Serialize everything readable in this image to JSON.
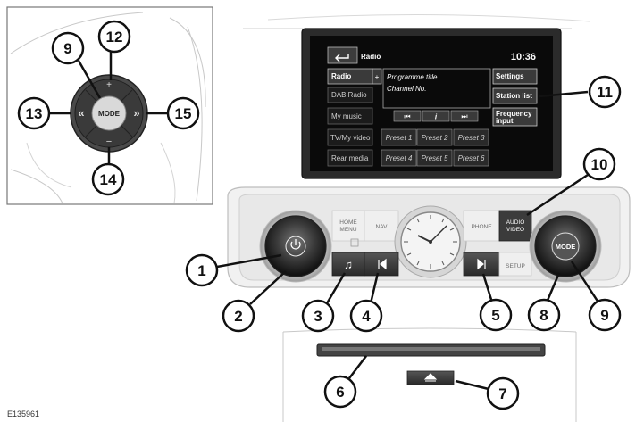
{
  "figure_id": "E135961",
  "screen": {
    "title": "Radio",
    "clock": "10:36",
    "menu_items": [
      "Radio",
      "DAB Radio",
      "My music",
      "TV/My video",
      "Rear media"
    ],
    "info_line1": "Programme title",
    "info_line2": "Channel No.",
    "transport": [
      "⏮",
      "i",
      "⏭"
    ],
    "presets": [
      "Preset 1",
      "Preset 2",
      "Preset 3",
      "Preset 4",
      "Preset 5",
      "Preset 6"
    ],
    "right_buttons": [
      "Settings",
      "Station list",
      "Frequency input"
    ]
  },
  "console": {
    "home_menu": [
      "HOME",
      "MENU"
    ],
    "nav": "NAV",
    "phone": "PHONE",
    "audio_video": [
      "AUDIO",
      "VIDEO"
    ],
    "setup": "SETUP",
    "mode_knob": "MODE"
  },
  "inset": {
    "mode": "MODE",
    "plus": "+",
    "minus": "−",
    "left_arrow": "«",
    "right_arrow": "»"
  },
  "callouts": [
    "1",
    "2",
    "3",
    "4",
    "5",
    "6",
    "7",
    "8",
    "9",
    "10",
    "11",
    "12",
    "13",
    "14",
    "15",
    "9"
  ],
  "colors": {
    "screen_bg": "#0a0a0a",
    "bezel": "#2b2b2b",
    "panel": "#e6e6e6"
  }
}
